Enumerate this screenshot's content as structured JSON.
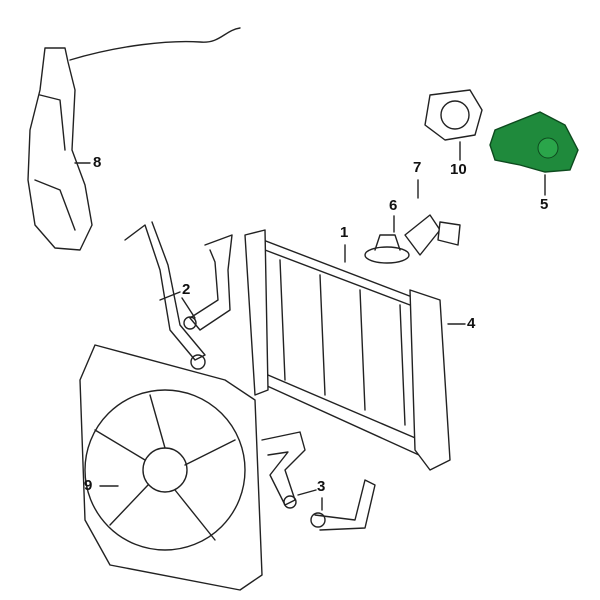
{
  "diagram": {
    "title": "Cooling system parts diagram",
    "highlight_color": "#1f8a3c",
    "callouts": [
      {
        "id": "1",
        "label": "1"
      },
      {
        "id": "2",
        "label": "2"
      },
      {
        "id": "3",
        "label": "3"
      },
      {
        "id": "4",
        "label": "4"
      },
      {
        "id": "5",
        "label": "5"
      },
      {
        "id": "6",
        "label": "6"
      },
      {
        "id": "7",
        "label": "7"
      },
      {
        "id": "8",
        "label": "8"
      },
      {
        "id": "9",
        "label": "9"
      },
      {
        "id": "10",
        "label": "10"
      }
    ]
  }
}
